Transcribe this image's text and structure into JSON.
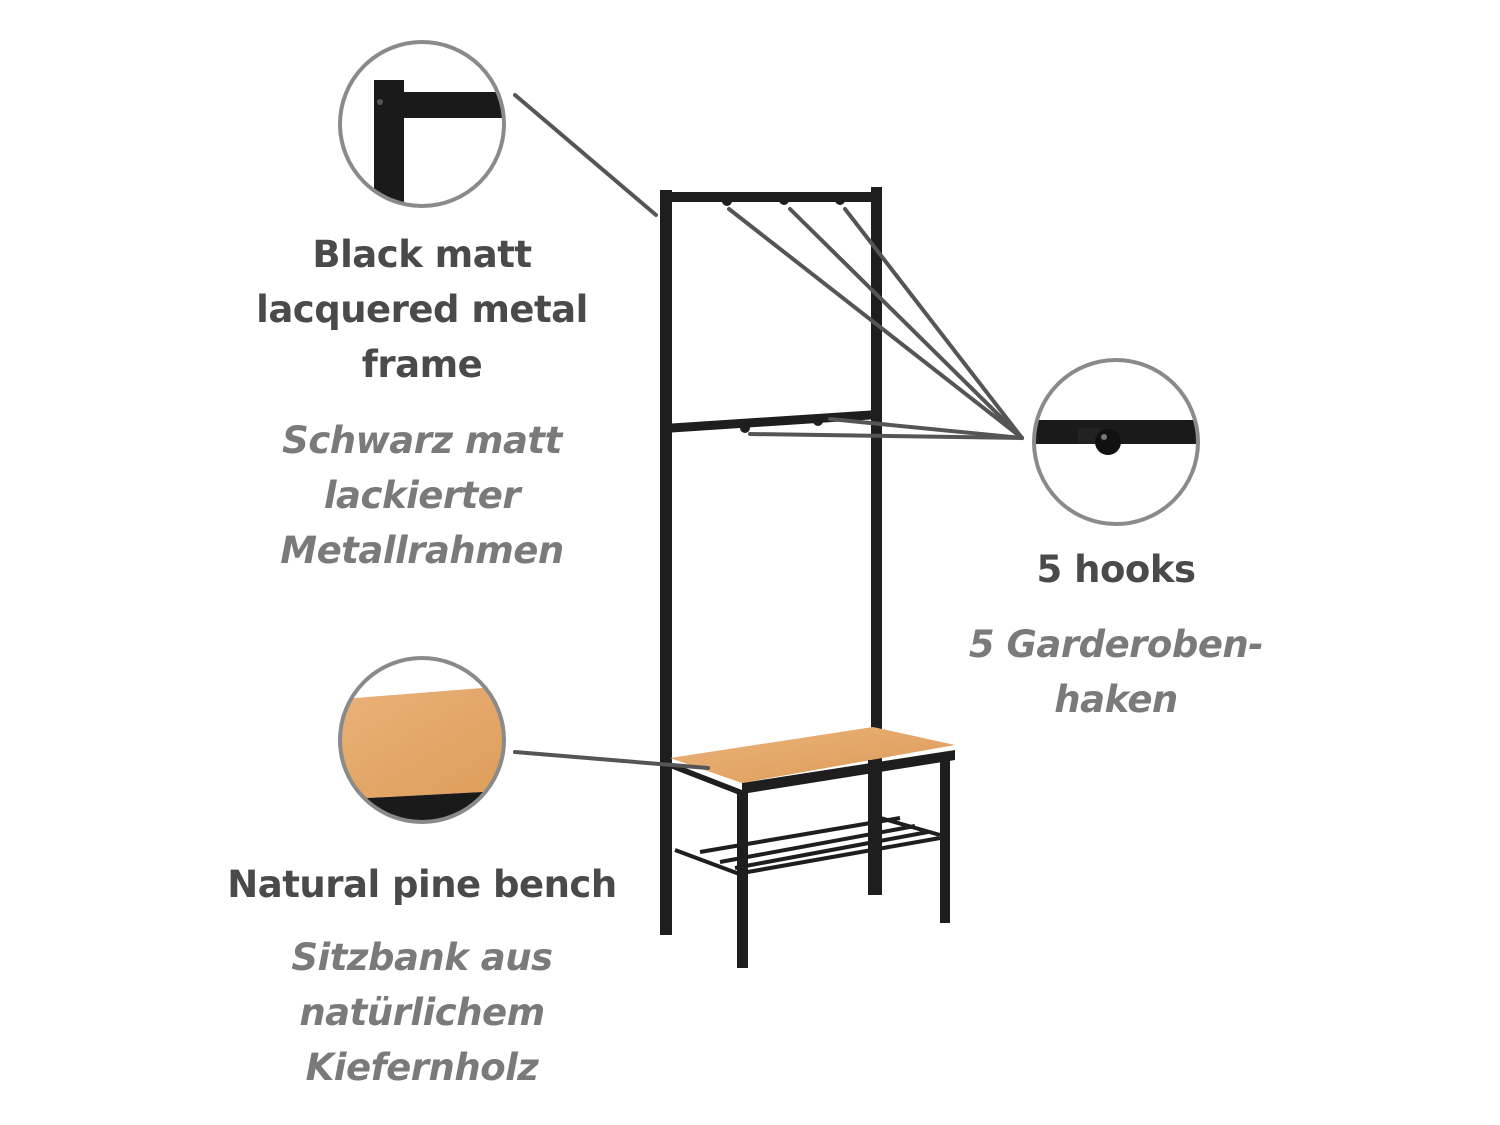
{
  "features": [
    {
      "english": [
        "Black matt",
        "lacquered metal",
        "frame"
      ],
      "german": [
        "Schwarz matt",
        "lackierter",
        "Metallrahmen"
      ]
    },
    {
      "english": [
        "5 hooks"
      ],
      "german": [
        "5 Garderoben-",
        "haken"
      ]
    },
    {
      "english": [
        "Natural pine bench"
      ],
      "german": [
        "Sitzbank aus",
        "natürlichem",
        "Kiefernholz"
      ]
    }
  ],
  "colors": {
    "frame": "#1e1e1e",
    "wood": "#e3a865",
    "callout": "#555555",
    "circle": "#8a8a8a",
    "english_text": "#4a4a4a",
    "german_text": "#7a7a7a"
  }
}
